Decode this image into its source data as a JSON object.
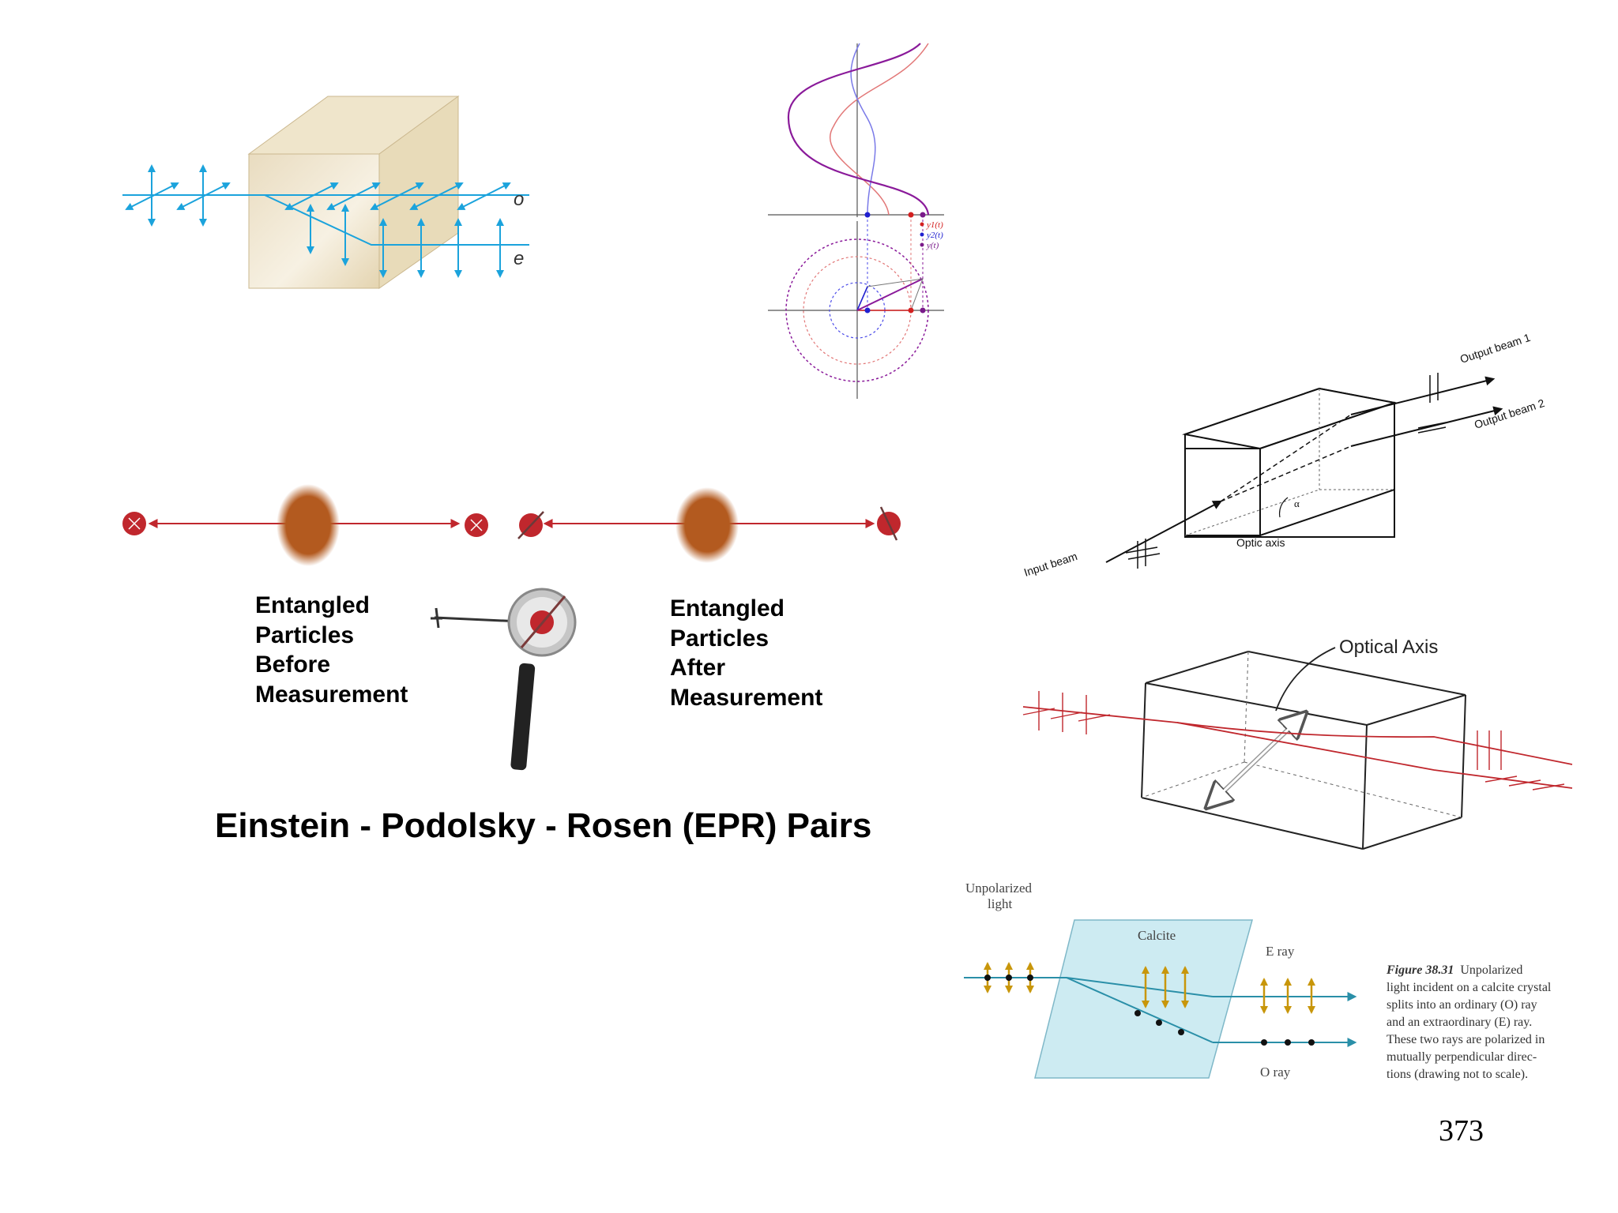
{
  "colors": {
    "blue_arrows": "#1ba3dc",
    "crystal": "#efe4c9",
    "red_beam": "#c0272d",
    "cloud": "#b35a1f",
    "calcite": "#cdebf2",
    "gold_arrows": "#c8960a",
    "teal": "#2a8fa8"
  },
  "calcite_top": {
    "o_label": "o",
    "e_label": "e"
  },
  "wave_plot": {
    "legend": [
      "y1(t)",
      "y2(t)",
      "y(t)"
    ],
    "legend_colors": [
      "#d32020",
      "#2020d0",
      "#7a1a8a"
    ]
  },
  "epr": {
    "left_label": [
      "Entangled",
      "Particles",
      "Before",
      "Measurement"
    ],
    "right_label": [
      "Entangled",
      "Particles",
      "After",
      "Measurement"
    ],
    "title": "Einstein - Podolsky - Rosen (EPR) Pairs"
  },
  "beam_splitter": {
    "output1": "Output beam 1",
    "output2": "Output beam 2",
    "input": "Input beam",
    "optic_axis": "Optic axis",
    "alpha": "α"
  },
  "optical_axis_fig": {
    "label": "Optical Axis"
  },
  "calcite_fig": {
    "unpolarized": [
      "Unpolarized",
      "light"
    ],
    "calcite": "Calcite",
    "e_ray": "E ray",
    "o_ray": "O ray",
    "figure_label": "Figure 38.31",
    "caption_lines": [
      "Unpolarized",
      "light incident on a calcite crystal",
      "splits into an ordinary (O) ray",
      "and an extraordinary (E) ray.",
      "These two rays are polarized in",
      "mutually perpendicular direc-",
      "tions (drawing not to scale)."
    ]
  },
  "page_number": "373"
}
